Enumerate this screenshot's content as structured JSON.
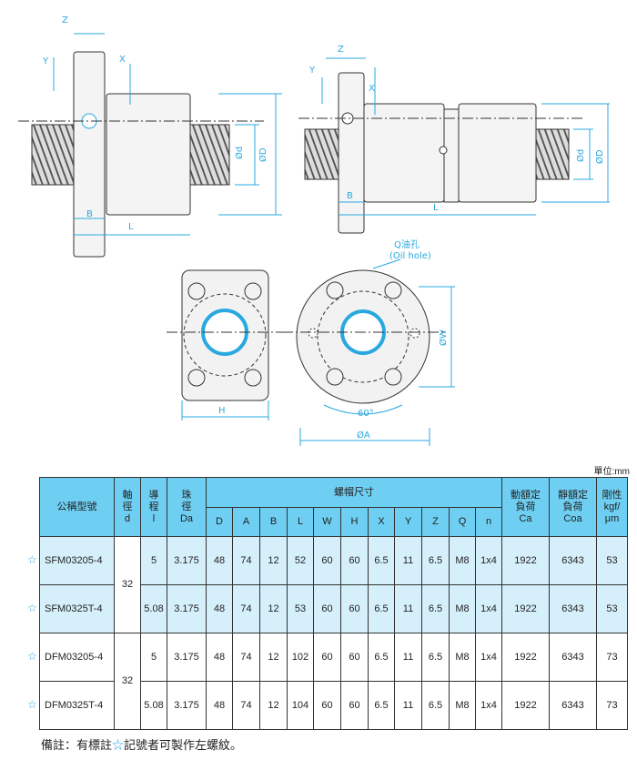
{
  "drawing_labels": {
    "z": "Z",
    "y": "Y",
    "x": "X",
    "d": "Ød",
    "D": "ØD",
    "b": "B",
    "l": "L",
    "h": "H",
    "w": "ØW",
    "a": "ØA",
    "angle": "60°",
    "oil_hole": "Q油孔",
    "oil_hole_en": "(Oil hole)"
  },
  "unit": "單位:mm",
  "table": {
    "headers": {
      "model": "公稱型號",
      "shaft": "軸\n徑\nd",
      "lead": "導\n程\nl",
      "ball": "珠\n徑\nDa",
      "nut": "螺帽尺寸",
      "cols": [
        "D",
        "A",
        "B",
        "L",
        "W",
        "H",
        "X",
        "Y",
        "Z",
        "Q",
        "n"
      ],
      "ca": "動額定\n負荷\nCa",
      "coa": "靜額定\n負荷\nCoa",
      "rigidity": "剛性\nkgf/\nμm"
    },
    "star": "☆",
    "rows": [
      {
        "model": "SFM03205-4",
        "shaft": "32",
        "lead": "5",
        "ball": "3.175",
        "D": "48",
        "A": "74",
        "B": "12",
        "L": "52",
        "W": "60",
        "H": "60",
        "X": "6.5",
        "Y": "11",
        "Z": "6.5",
        "Q": "M8",
        "n": "1x4",
        "ca": "1922",
        "coa": "6343",
        "k": "53"
      },
      {
        "model": "SFM0325T-4",
        "shaft": "32",
        "lead": "5.08",
        "ball": "3.175",
        "D": "48",
        "A": "74",
        "B": "12",
        "L": "53",
        "W": "60",
        "H": "60",
        "X": "6.5",
        "Y": "11",
        "Z": "6.5",
        "Q": "M8",
        "n": "1x4",
        "ca": "1922",
        "coa": "6343",
        "k": "53"
      },
      {
        "model": "DFM03205-4",
        "shaft": "32",
        "lead": "5",
        "ball": "3.175",
        "D": "48",
        "A": "74",
        "B": "12",
        "L": "102",
        "W": "60",
        "H": "60",
        "X": "6.5",
        "Y": "11",
        "Z": "6.5",
        "Q": "M8",
        "n": "1x4",
        "ca": "1922",
        "coa": "6343",
        "k": "73"
      },
      {
        "model": "DFM0325T-4",
        "shaft": "32",
        "lead": "5.08",
        "ball": "3.175",
        "D": "48",
        "A": "74",
        "B": "12",
        "L": "104",
        "W": "60",
        "H": "60",
        "X": "6.5",
        "Y": "11",
        "Z": "6.5",
        "Q": "M8",
        "n": "1x4",
        "ca": "1922",
        "coa": "6343",
        "k": "73"
      }
    ]
  },
  "note": {
    "prefix": "備註：有標註",
    "star": "☆",
    "suffix": "記號者可製作左螺紋。"
  }
}
